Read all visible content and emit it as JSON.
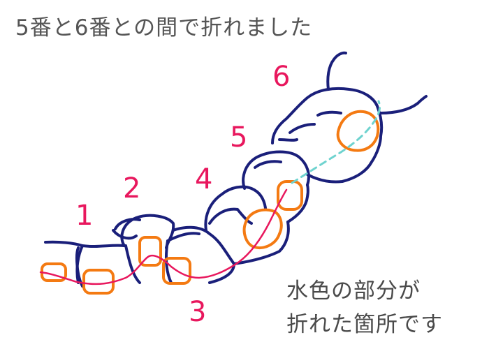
{
  "title": "5番と6番との間で折れました",
  "note": {
    "line1": "水色の部分が",
    "line2": "折れた箇所です"
  },
  "tooth_numbers": [
    "1",
    "2",
    "3",
    "4",
    "5",
    "6"
  ],
  "colors": {
    "outline": "#1a1f7a",
    "bracket": "#f47a12",
    "wire": "#e8175d",
    "broken": "#6fd3cf",
    "number": "#e8175d"
  }
}
